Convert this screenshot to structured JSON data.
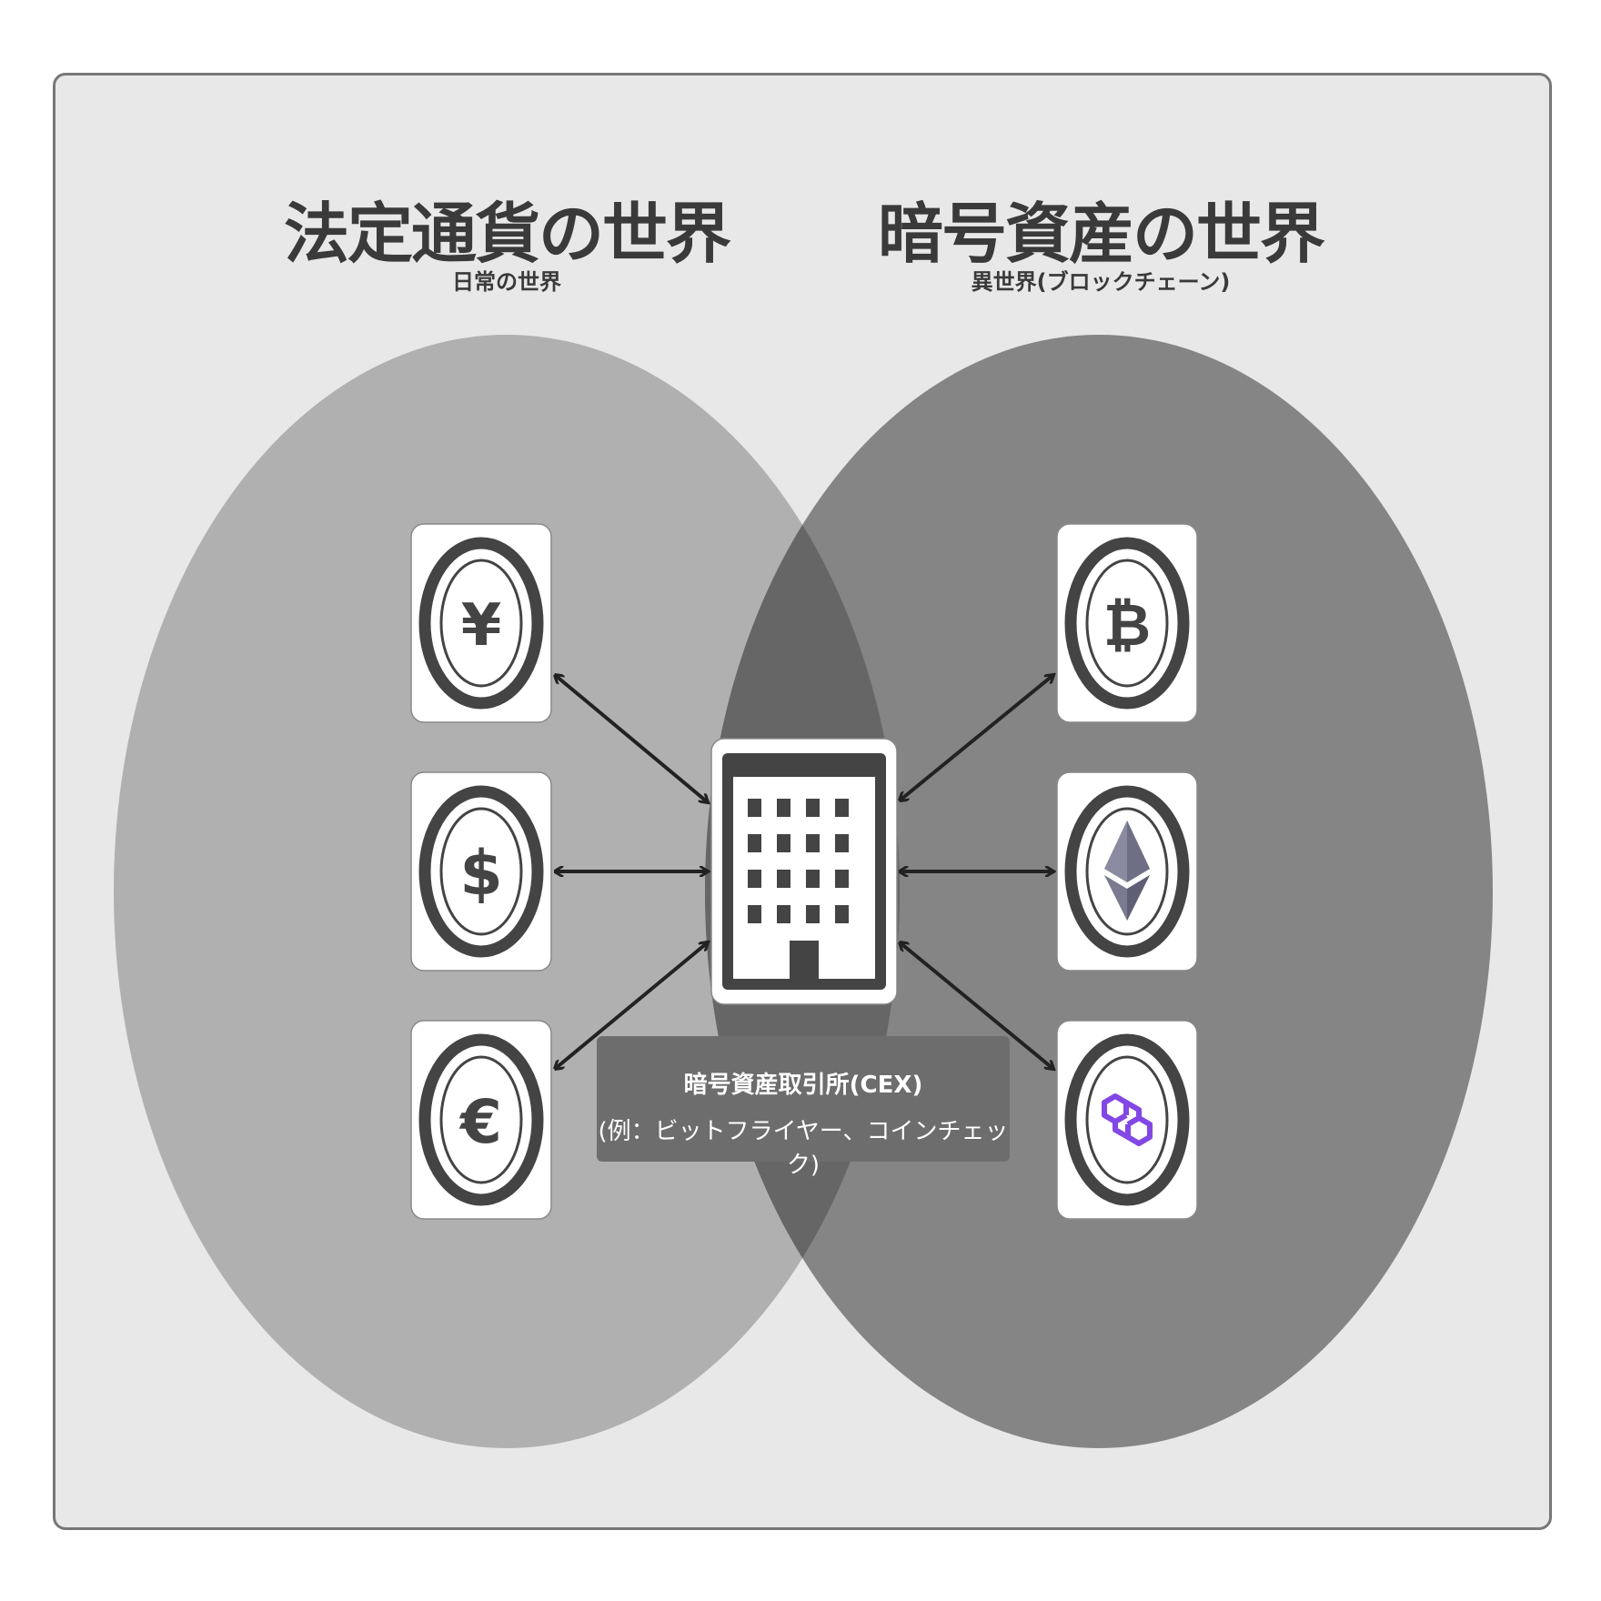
{
  "left_world": {
    "title": "法定通貨の世界",
    "subtitle": "日常の世界",
    "currencies": [
      {
        "name": "yen-icon",
        "symbol": "¥"
      },
      {
        "name": "dollar-icon",
        "symbol": "$"
      },
      {
        "name": "euro-icon",
        "symbol": "€"
      }
    ]
  },
  "right_world": {
    "title": "暗号資産の世界",
    "subtitle": "異世界(ブロックチェーン)",
    "assets": [
      {
        "name": "bitcoin-icon",
        "symbol": "₿"
      },
      {
        "name": "ethereum-icon"
      },
      {
        "name": "polygon-icon",
        "color": "#8247e5"
      }
    ]
  },
  "exchange": {
    "icon": "building-icon",
    "label_line1": "暗号資産取引所(CEX)",
    "label_line2": "(例：ビットフライヤー、コインチェック)"
  },
  "colors": {
    "background": "#e8e8e8",
    "left_circle": "#b0b0b0",
    "right_circle": "#858585",
    "overlap": "#666666",
    "icon_dark": "#444444",
    "polygon_purple": "#8247e5"
  }
}
